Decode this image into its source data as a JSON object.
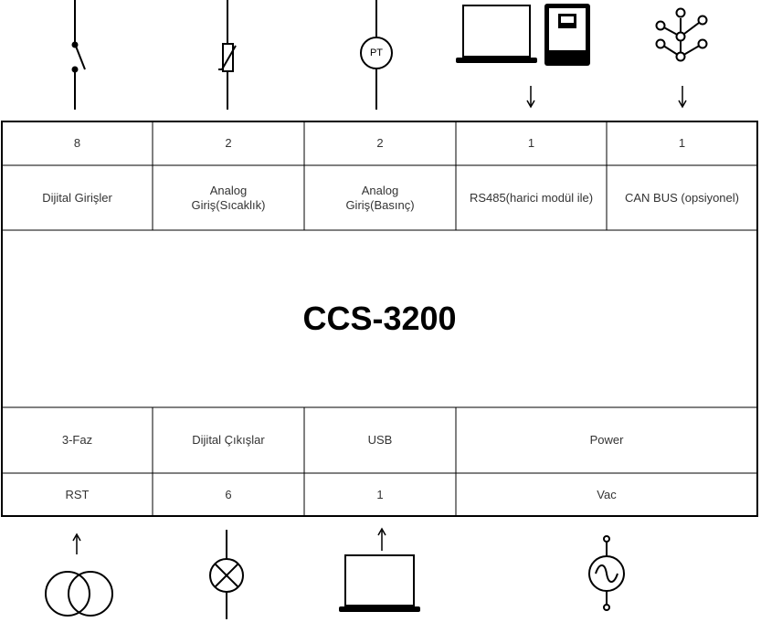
{
  "top_counts": [
    "8",
    "2",
    "2",
    "1",
    "1"
  ],
  "top_labels": [
    "Dijital Girişler",
    "Analog\nGiriş(Sıcaklık)",
    "Analog\nGiriş(Basınç)",
    "RS485(harici modül ile)",
    "CAN BUS (opsiyonel)"
  ],
  "title": "CCS-3200",
  "bottom_labels": [
    "3-Faz",
    "Dijital Çıkışlar",
    "USB",
    "Power"
  ],
  "bottom_values": [
    "RST",
    "6",
    "1",
    "Vac"
  ],
  "pt_symbol_text": "PT"
}
